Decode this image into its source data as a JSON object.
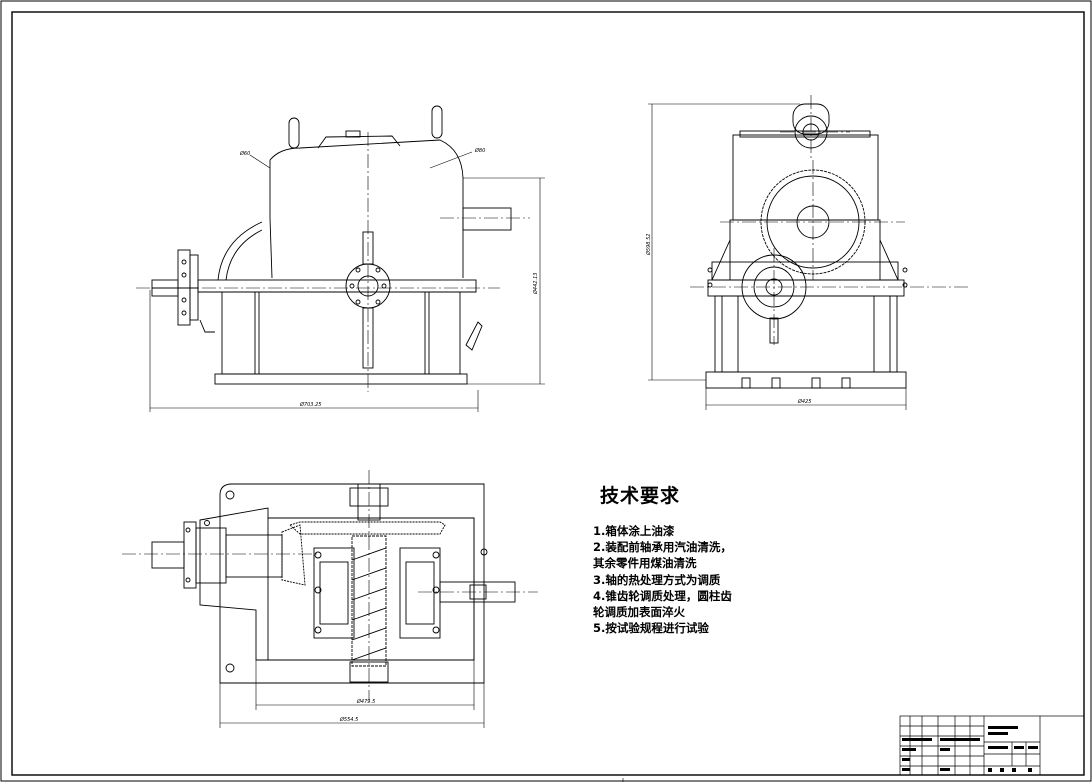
{
  "dimensions": {
    "d60": "Ø60",
    "d80": "Ø80",
    "d442": "Ø442.13",
    "d703": "Ø703.25",
    "d598": "Ø598.52",
    "d425": "Ø425",
    "d479": "Ø479.5",
    "d554": "Ø554.5"
  },
  "tech": {
    "title": "技术要求",
    "items": [
      "1.箱体涂上油漆",
      "2.装配前轴承用汽油清洗，其余零件用煤油清洗",
      "3.轴的热处理方式为调质",
      "4.锥齿轮调质处理，圆柱齿轮调质加表面淬火",
      "5.按试验规程进行试验"
    ]
  }
}
